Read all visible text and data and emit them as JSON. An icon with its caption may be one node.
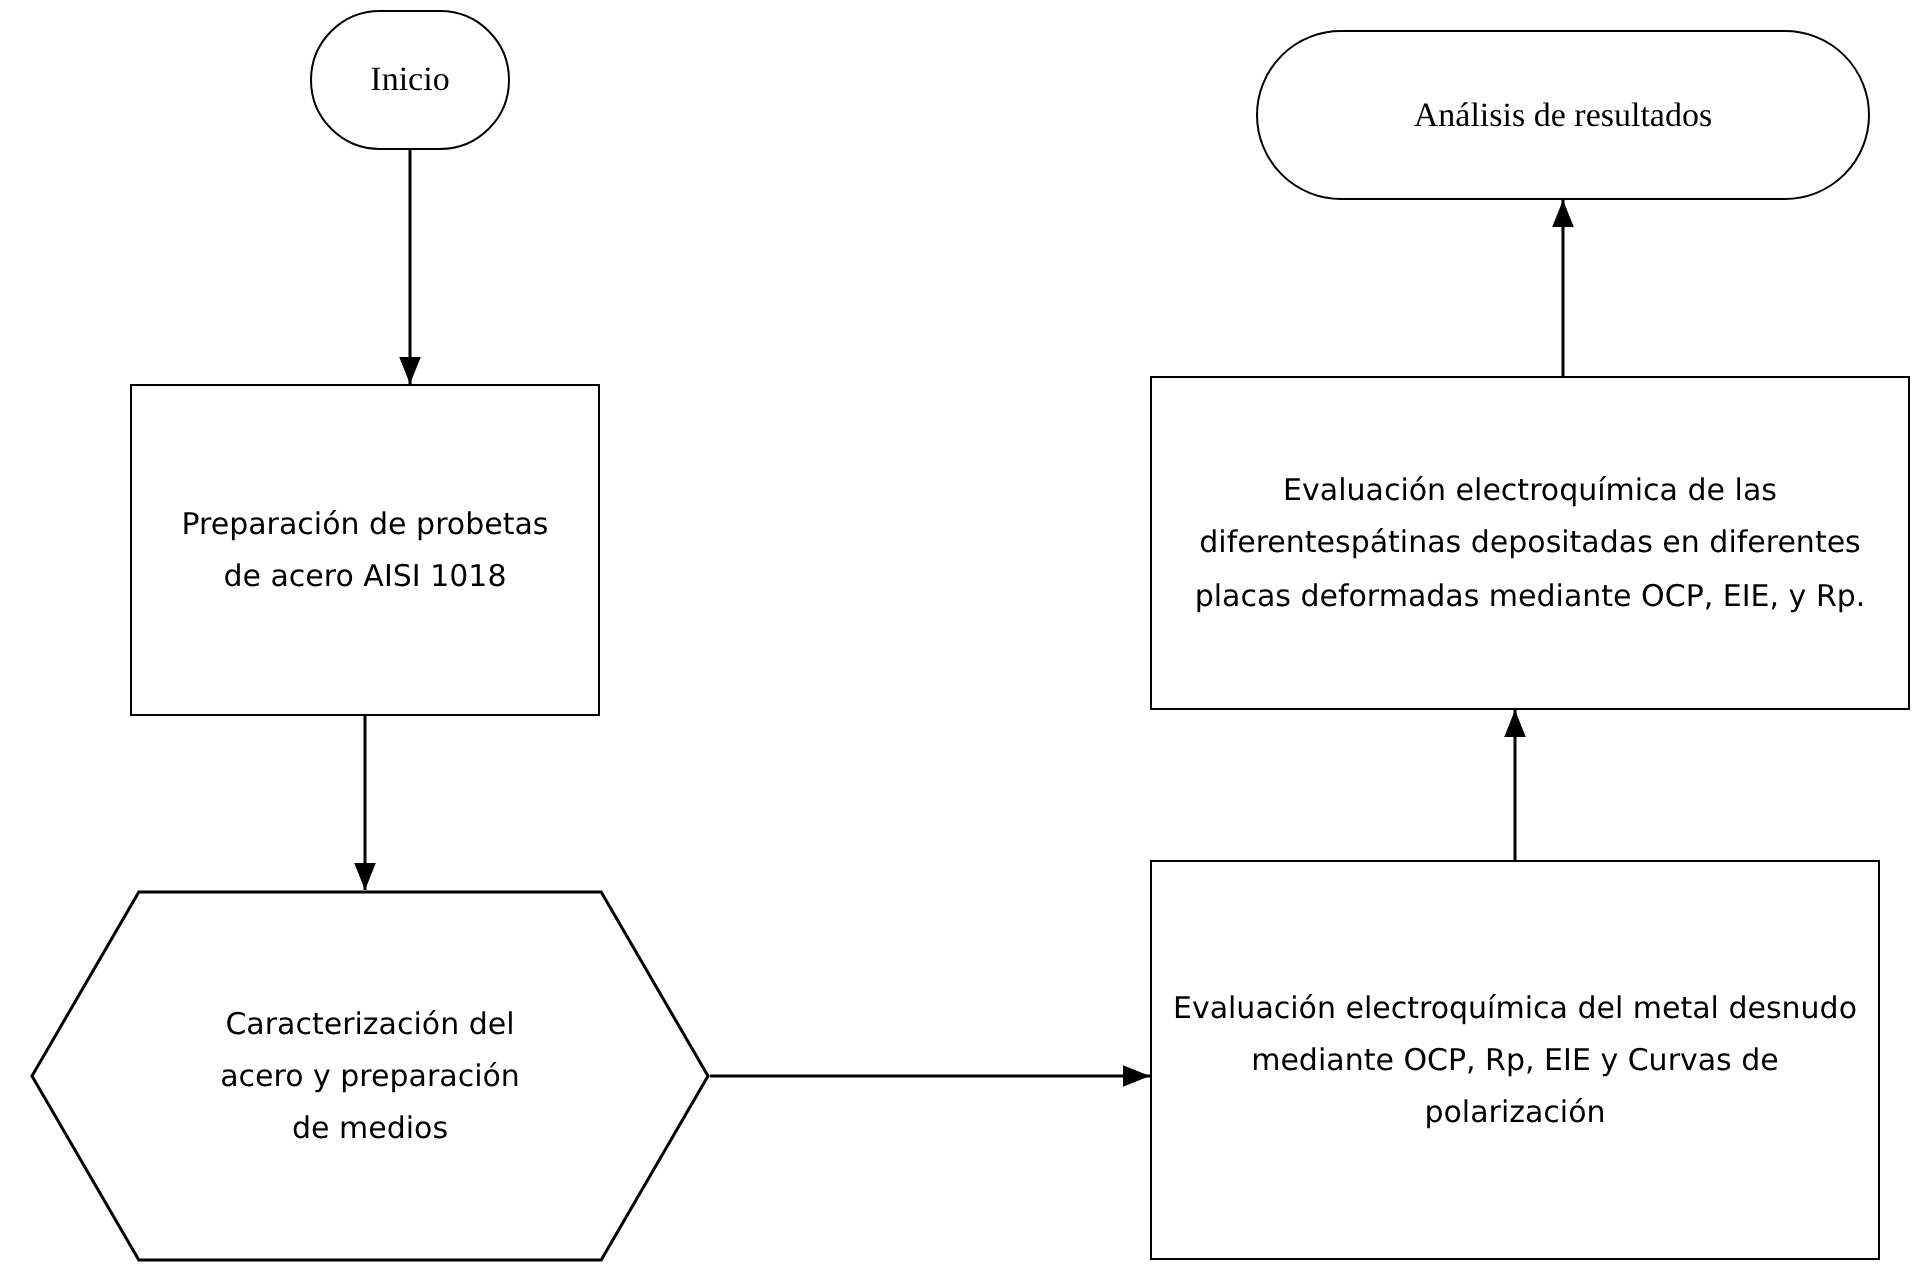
{
  "diagram": {
    "nodes": [
      {
        "text": [
          "Inicio"
        ]
      },
      {
        "text": [
          "Preparación de probetas de acero AISI 1018"
        ]
      },
      {
        "text": [
          "Caracterización del acero y preparación de medios"
        ]
      },
      {
        "text": [
          "Evaluación electroquímica del metal desnudo mediante OCP, Rp, EIE y Curvas de polarización"
        ]
      },
      {
        "text": [
          "Evaluación electroquímica de las diferentespátinas depositadas en diferentes placas deformadas mediante OCP, EIE, y Rp."
        ]
      },
      {
        "text": [
          "Análisis de resultados"
        ]
      }
    ],
    "edges": [
      {
        "from": 0,
        "to": 1,
        "arrow": "to"
      },
      {
        "from": 1,
        "to": 2,
        "arrow": "to"
      },
      {
        "from": 2,
        "to": 3,
        "arrow": "to"
      },
      {
        "from": 3,
        "to": 4,
        "arrow": "to"
      },
      {
        "from": 4,
        "to": 5,
        "arrow": "to"
      }
    ]
  }
}
